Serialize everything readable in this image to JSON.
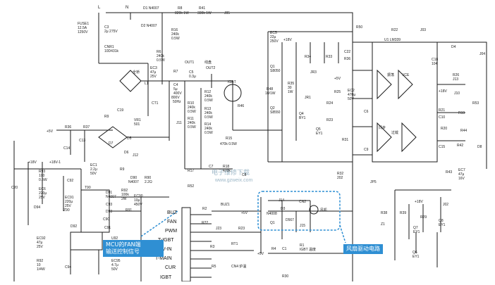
{
  "components": {
    "fuse1": [
      "FUSE1",
      "12.5A",
      "1250V"
    ],
    "c3": [
      "C3",
      "2μ 275V"
    ],
    "cnr1": [
      "CNR1",
      "10D431k"
    ],
    "d1": "D1 N4007",
    "d2": "D2 N4007",
    "r8_top": [
      "R8",
      "820k 1W"
    ],
    "r41": [
      "R41",
      "330k 1W"
    ],
    "j05": "J05",
    "r16": [
      "R16",
      "240k",
      "0.5W"
    ],
    "r6": [
      "R6",
      "240k",
      "0.5W"
    ],
    "ec3": [
      "EC3",
      "47μ",
      "25V"
    ],
    "r7": "R7",
    "bridge": "全桥",
    "l1": "L1",
    "out1": "OUT1",
    "coil": "线盘",
    "out2": "OUT2",
    "c5": [
      "C5",
      "0.3μ"
    ],
    "c4": [
      "C4",
      "5μ",
      "400V"
    ],
    "c4b": [
      "800V",
      "50Hz"
    ],
    "ct1": "CT1",
    "r12": [
      "R12",
      "240k",
      "0.5W"
    ],
    "r13": [
      "R13",
      "240k",
      "0.5W"
    ],
    "r10": [
      "R10",
      "240k",
      "0.5W"
    ],
    "r11": [
      "R11",
      "240k",
      "0.5W"
    ],
    "r14": [
      "R14",
      "240k",
      "0.5W"
    ],
    "igbt": "IGBT",
    "r46": "R46",
    "ec5": [
      "EC5",
      "22μ",
      "250V"
    ],
    "v18": "+18V",
    "r34": "R34",
    "r33": "R33",
    "c22": "C22",
    "r36": "R36",
    "q1_top": [
      "Q1",
      "S8050"
    ],
    "r35": [
      "R35",
      "30",
      "1W"
    ],
    "jr3": "JR3",
    "r48": [
      "R48",
      "10/1W"
    ],
    "q2": [
      "Q2",
      "S8550"
    ],
    "jr1": "JR1",
    "q4": [
      "Q4",
      "BY1"
    ],
    "r50": "R50",
    "r22": "R22",
    "j03": "J03",
    "u1": "U1 LM339",
    "d4": "D4",
    "j04": "J04",
    "c18": [
      "C18",
      "104"
    ],
    "r26": "R26",
    "j13": "J13",
    "v18b": "+18V",
    "j10": "J10",
    "r53": "R53",
    "osc": "振荡",
    "vce": "VCE",
    "sync": "同步",
    "overcur": "过载",
    "r21": "R21",
    "c10": "C10",
    "r19": "R19",
    "r20": "R20",
    "r44": "R44",
    "r42": "R42",
    "c15": "C15",
    "d8": "D8",
    "ec7": [
      "EC7",
      "47μ",
      "16V"
    ],
    "r43": "R43",
    "v5a": "+5V",
    "r25": "R25",
    "ec2": [
      "EC2",
      "470μ",
      "50V"
    ],
    "c6": "C6",
    "c9": "C9",
    "r24": "R24",
    "r23": "R23",
    "q5": [
      "Q5",
      "EY1"
    ],
    "r31": "R31",
    "r32": [
      "R32",
      "202"
    ],
    "jp5": "JP5",
    "r30": "R30",
    "c19": "C19",
    "r9_top": "R9",
    "vr1": [
      "VR1",
      "501"
    ],
    "v5b": "+5V",
    "r37": "R37",
    "c13": "C13",
    "c14": "C14",
    "d5": "D5",
    "d6": "D6",
    "d7": "D7",
    "j12": "J12",
    "ec1": [
      "EC1",
      "2.2μ",
      "50V"
    ],
    "r9": "R9",
    "r17": "R17",
    "r52": "R52",
    "c7": "C7",
    "r18": [
      "R18",
      "470k"
    ],
    "j11": "J11",
    "c8": "C8",
    "r15": [
      "R15",
      "470k 0.5W"
    ],
    "v18c": "+18V",
    "v18d": "+18V-1",
    "r93": [
      "R93",
      "100",
      "0.5W"
    ],
    "ec6": [
      "EC6",
      "220μ",
      "25V"
    ],
    "c20": "C20",
    "c92": "C92",
    "t90": "T90",
    "d91": [
      "D91",
      "N4007"
    ],
    "d90": [
      "D90",
      "N4007"
    ],
    "r90": [
      "R90",
      "2.2Ω"
    ],
    "ec90": [
      "EC90",
      "10μ",
      "450V"
    ],
    "ec91": [
      "EC91",
      "220μ",
      "25V"
    ],
    "c93": "C93",
    "d94": "D94",
    "z90": "Z90",
    "d93": "D93",
    "d92": "D92",
    "c90": "C90",
    "r91": "R91",
    "r92": [
      "R92",
      "100k",
      "2W"
    ],
    "c91": "C91",
    "u92": "U92",
    "ec92": [
      "EC92",
      "47μ",
      "25V"
    ],
    "r92b": [
      "R92",
      "10",
      "1/4W"
    ],
    "c94": "C94",
    "ec95": [
      "EC95",
      "4.7μ",
      "50V"
    ],
    "r2": "R2",
    "buz1": "BUZ1",
    "v5c": "+5V",
    "j14": "J14",
    "cn2": "CN2",
    "fan": "风机",
    "d3": "D3",
    "n4008": "N4008",
    "q1_fan": "Q1",
    "d567": "D567",
    "j15": "J15",
    "r22b": "R22",
    "j23": "J23",
    "r23b": "R23",
    "r3": "R3",
    "r4": "R4",
    "rt1": "RT1",
    "v5d": "+5V",
    "cn4": "CN4 炉温",
    "c1": "C1",
    "r1": "R1",
    "igbt_temp": "IGBT 温度",
    "r5": "R5",
    "r30b": "R30",
    "v18e": "+18V",
    "r38": "R38",
    "r39": "R39",
    "z1": "Z1",
    "r29": "R29",
    "j02": "J02",
    "q7": [
      "Q7",
      "EY1"
    ],
    "q8": [
      "Q8",
      "EY1"
    ],
    "q6": [
      "Q6",
      "EY1"
    ],
    "L": "L",
    "N": "N"
  },
  "connector": {
    "title": "",
    "pins": [
      "BUZ",
      "FAN",
      "PWM",
      "T-IGBT",
      "V-IN",
      "T-MAIN",
      "CUR",
      "IGBT"
    ]
  },
  "callouts": {
    "mcu": "MCU的FAN端\n输送控制信号",
    "fan_circuit": "风扇驱动电路"
  },
  "watermark": {
    "cn": "电子维修下载",
    "url": "www.gzweix.com"
  },
  "colors": {
    "callout_blue": "#2f8fd3",
    "dash_blue": "#2f8fd3",
    "line": "#1a1a1a"
  }
}
